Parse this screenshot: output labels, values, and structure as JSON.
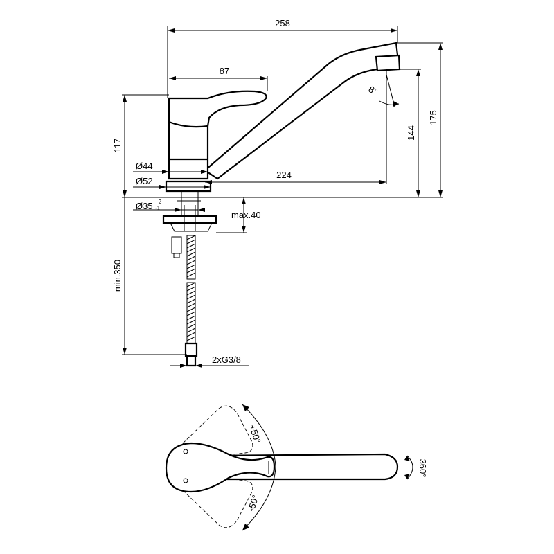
{
  "dimensions": {
    "overall_length": "258",
    "handle_length": "87",
    "height_total": "175",
    "spout_height": "144",
    "base_height": "117",
    "spout_reach": "224",
    "dia_44": "Ø44",
    "dia_52": "Ø52",
    "dia_35": "Ø35",
    "dia_35_tol_plus": "+2",
    "dia_35_tol_minus": "-1",
    "max_thickness": "max.40",
    "hose_length": "min.350",
    "connection": "2xG3/8",
    "spout_angle": "8°"
  },
  "rotations": {
    "plus": "+50°",
    "minus": "-50°",
    "spout": "360°"
  }
}
